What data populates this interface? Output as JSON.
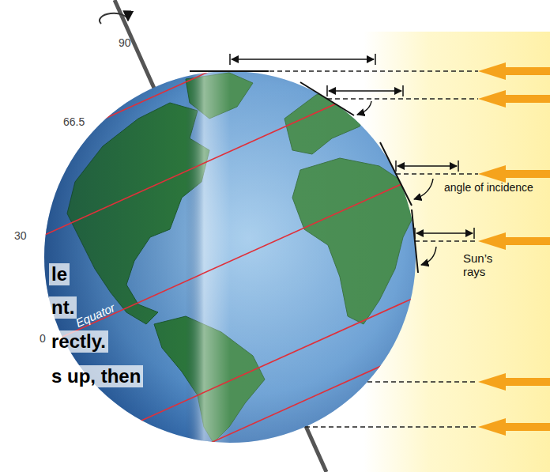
{
  "diagram": {
    "labels": [
      "90",
      "66.5",
      "30",
      "0",
      "Equator",
      "angle of incidence",
      "Sun’s rays",
      "le",
      "nt.",
      "rectly.",
      "s up, then"
    ]
  }
}
